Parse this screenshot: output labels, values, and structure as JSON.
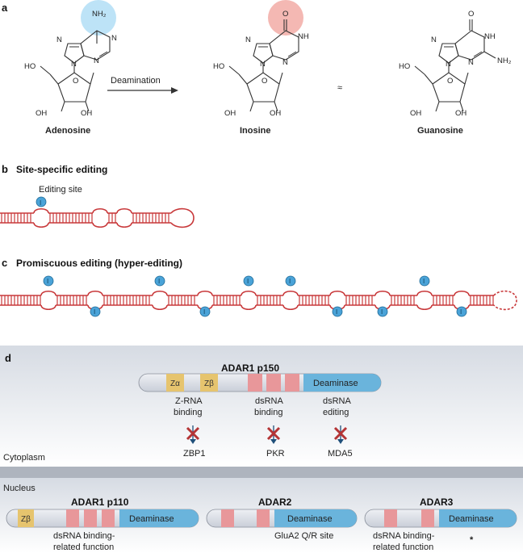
{
  "panels": {
    "a": "a",
    "b": "b",
    "c": "c",
    "d": "d"
  },
  "panel_a": {
    "molecules": [
      "Adenosine",
      "Inosine",
      "Guanosine"
    ],
    "arrow_label": "Deamination",
    "approx_symbol": "≈",
    "atoms": {
      "n": "N",
      "nh2": "NH₂",
      "o": "O",
      "nh": "NH",
      "ho": "HO",
      "oh": "OH"
    }
  },
  "panel_b": {
    "title": "Site-specific editing",
    "site_label": "Editing site",
    "inosine": "I"
  },
  "panel_c": {
    "title": "Promiscuous editing (hyper-editing)",
    "inosine": "I"
  },
  "panel_d": {
    "cytoplasm": "Cytoplasm",
    "nucleus": "Nucleus",
    "p150": {
      "name": "ADAR1 p150",
      "za": "Zα",
      "zb": "Zβ",
      "deaminase": "Deaminase",
      "func_zrna": [
        "Z-RNA",
        "binding"
      ],
      "func_dsrna": [
        "dsRNA",
        "binding"
      ],
      "func_edit": [
        "dsRNA",
        "editing"
      ],
      "sensors": [
        "ZBP1",
        "PKR",
        "MDA5"
      ]
    },
    "p110": {
      "name": "ADAR1 p110",
      "zb": "Zβ",
      "deaminase": "Deaminase",
      "func": [
        "dsRNA binding-",
        "related function"
      ]
    },
    "adar2": {
      "name": "ADAR2",
      "deaminase": "Deaminase",
      "note": "GluA2 Q/R site"
    },
    "adar3": {
      "name": "ADAR3",
      "deaminase": "Deaminase",
      "func": [
        "dsRNA binding-",
        "related function"
      ],
      "asterisk": "*"
    }
  },
  "colors": {
    "rna": "#c8383a",
    "inosine": "#4aa3d8",
    "deaminase": "#6ab4dc",
    "dsrbd": "#e8979a",
    "zdomain": "#e6c46e",
    "blob_blue": "#bde3f7",
    "blob_red": "#f4b8b3",
    "cross": "#b43435"
  }
}
